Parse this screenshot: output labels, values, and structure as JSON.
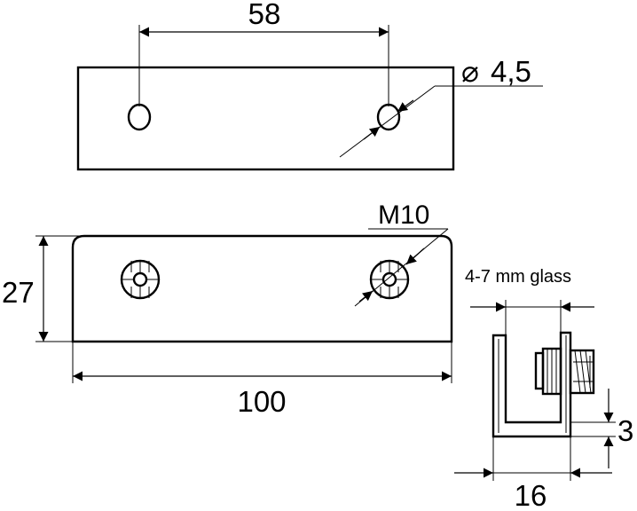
{
  "dimensions": {
    "hole_spacing": "58",
    "hole_diameter": "4,5",
    "screw_size": "M10",
    "height": "27",
    "length": "100",
    "glass_range": "4-7 mm glass",
    "wall_thickness": "3",
    "profile_width": "16"
  },
  "symbols": {
    "diameter": "⌀"
  },
  "colors": {
    "line": "#000000",
    "background": "#ffffff"
  }
}
